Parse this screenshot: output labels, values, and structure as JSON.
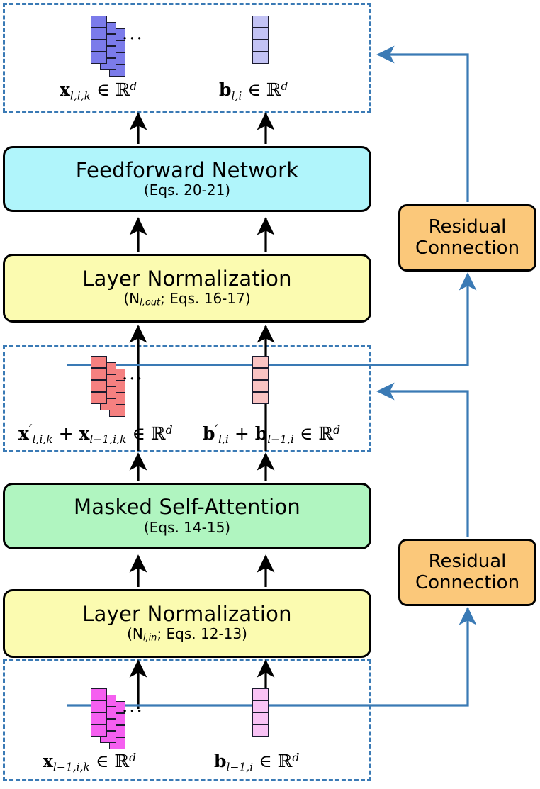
{
  "diagram": {
    "title": "Transformer layer with residual connections",
    "colors": {
      "dashed_border": "#3a7ab5",
      "arrow_black": "#000000",
      "arrow_blue": "#3a7ab5",
      "ffn_fill": "#b0f5fb",
      "layernorm_fill": "#fbfbb0",
      "attention_fill": "#b0f5c0",
      "residual_fill": "#fbc87a",
      "vec_blue_dark": "#7b7bea",
      "vec_blue_light": "#c3c3f5",
      "vec_red_dark": "#f58080",
      "vec_red_light": "#f9c3c3",
      "vec_magenta_dark": "#f55ff0",
      "vec_magenta_light": "#f9c3f5"
    },
    "ellipsis": "..."
  },
  "states": {
    "output": {
      "name": "layer-output-state",
      "token_label_html": "<b>x</b><sub>l,i,k</sub> &#8712; <span class=\"bb\">&#8477;</span><sup>d</sup>",
      "token_label_text": "x_{l,i,k} ∈ ℝ^d",
      "bias_label_html": "<b>b</b><sub>l,i</sub> &#8712; <span class=\"bb\">&#8477;</span><sup>d</sup>",
      "bias_label_text": "b_{l,i} ∈ ℝ^d",
      "stack_count": 3,
      "cells_per_vector": 4
    },
    "mid": {
      "name": "post-attention-residual-state",
      "token_label_html": "<b>x</b><span class=\"pr\">&#8242;</span><sub>l,i,k</sub> + <b>x</b><sub>l&#8722;1,i,k</sub> &#8712; <span class=\"bb\">&#8477;</span><sup>d</sup>",
      "token_label_text": "x'_{l,i,k} + x_{l-1,i,k} ∈ ℝ^d",
      "bias_label_html": "<b>b</b><span class=\"pr\">&#8242;</span><sub>l,i</sub> + <b>b</b><sub>l&#8722;1,i</sub> &#8712; <span class=\"bb\">&#8477;</span><sup>d</sup>",
      "bias_label_text": "b'_{l,i} + b_{l-1,i} ∈ ℝ^d",
      "stack_count": 3,
      "cells_per_vector": 4
    },
    "input": {
      "name": "layer-input-state",
      "token_label_html": "<b>x</b><sub>l&#8722;1,i,k</sub> &#8712; <span class=\"bb\">&#8477;</span><sup>d</sup>",
      "token_label_text": "x_{l-1,i,k} ∈ ℝ^d",
      "bias_label_html": "<b>b</b><sub>l&#8722;1,i</sub> &#8712; <span class=\"bb\">&#8477;</span><sup>d</sup>",
      "bias_label_text": "b_{l-1,i} ∈ ℝ^d",
      "stack_count": 3,
      "cells_per_vector": 4
    }
  },
  "blocks": {
    "feedforward": {
      "title": "Feedforward Network",
      "subtitle_prefix": "(Eqs. 20-21)",
      "eqs": "20-21"
    },
    "layernorm_out": {
      "title": "Layer Normalization",
      "sub_open": "(N",
      "sub_script": "l,out",
      "sub_close": "; Eqs. 16-17)",
      "eqs": "16-17",
      "norm_name": "N_l,out"
    },
    "attention": {
      "title": "Masked Self-Attention",
      "subtitle_prefix": "(Eqs. 14-15)",
      "eqs": "14-15"
    },
    "layernorm_in": {
      "title": "Layer Normalization",
      "sub_open": "(N",
      "sub_script": "l,in",
      "sub_close": "; Eqs. 12-13)",
      "eqs": "12-13",
      "norm_name": "N_l,in"
    }
  },
  "residuals": {
    "upper": {
      "line1": "Residual",
      "line2": "Connection"
    },
    "lower": {
      "line1": "Residual",
      "line2": "Connection"
    }
  }
}
